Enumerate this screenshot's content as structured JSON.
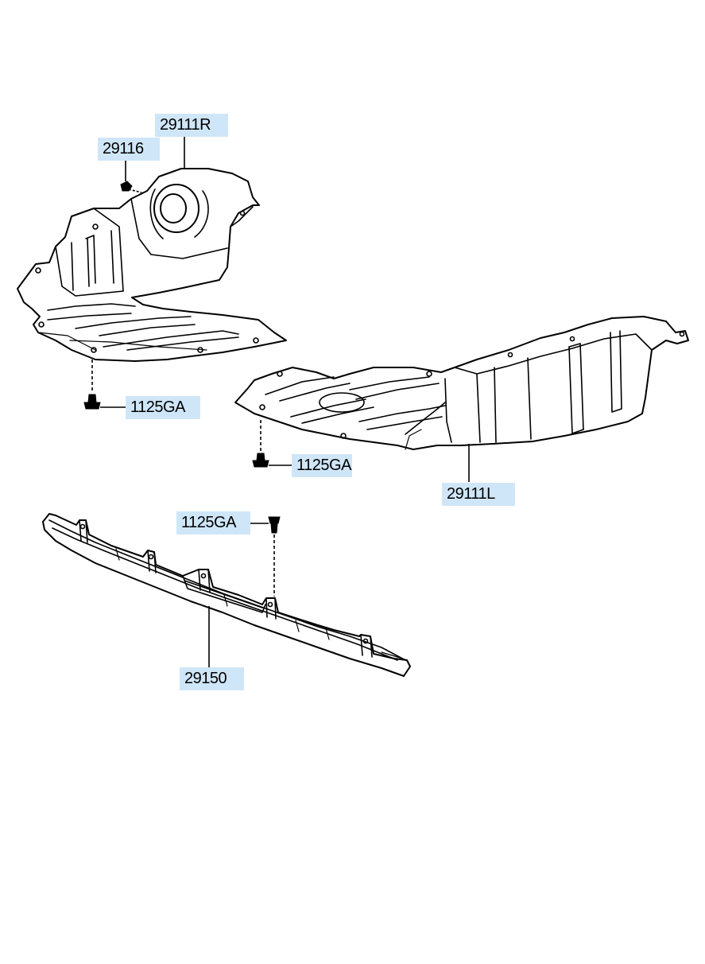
{
  "labels": {
    "part_29111R": "29111R",
    "part_29116": "29116",
    "part_1125GA_right": "1125GA",
    "part_1125GA_left": "1125GA",
    "part_29111L": "29111L",
    "part_1125GA_bar": "1125GA",
    "part_29150": "29150"
  },
  "colors": {
    "label_background": "#cfe6f8",
    "line": "#000000",
    "background": "#ffffff"
  }
}
